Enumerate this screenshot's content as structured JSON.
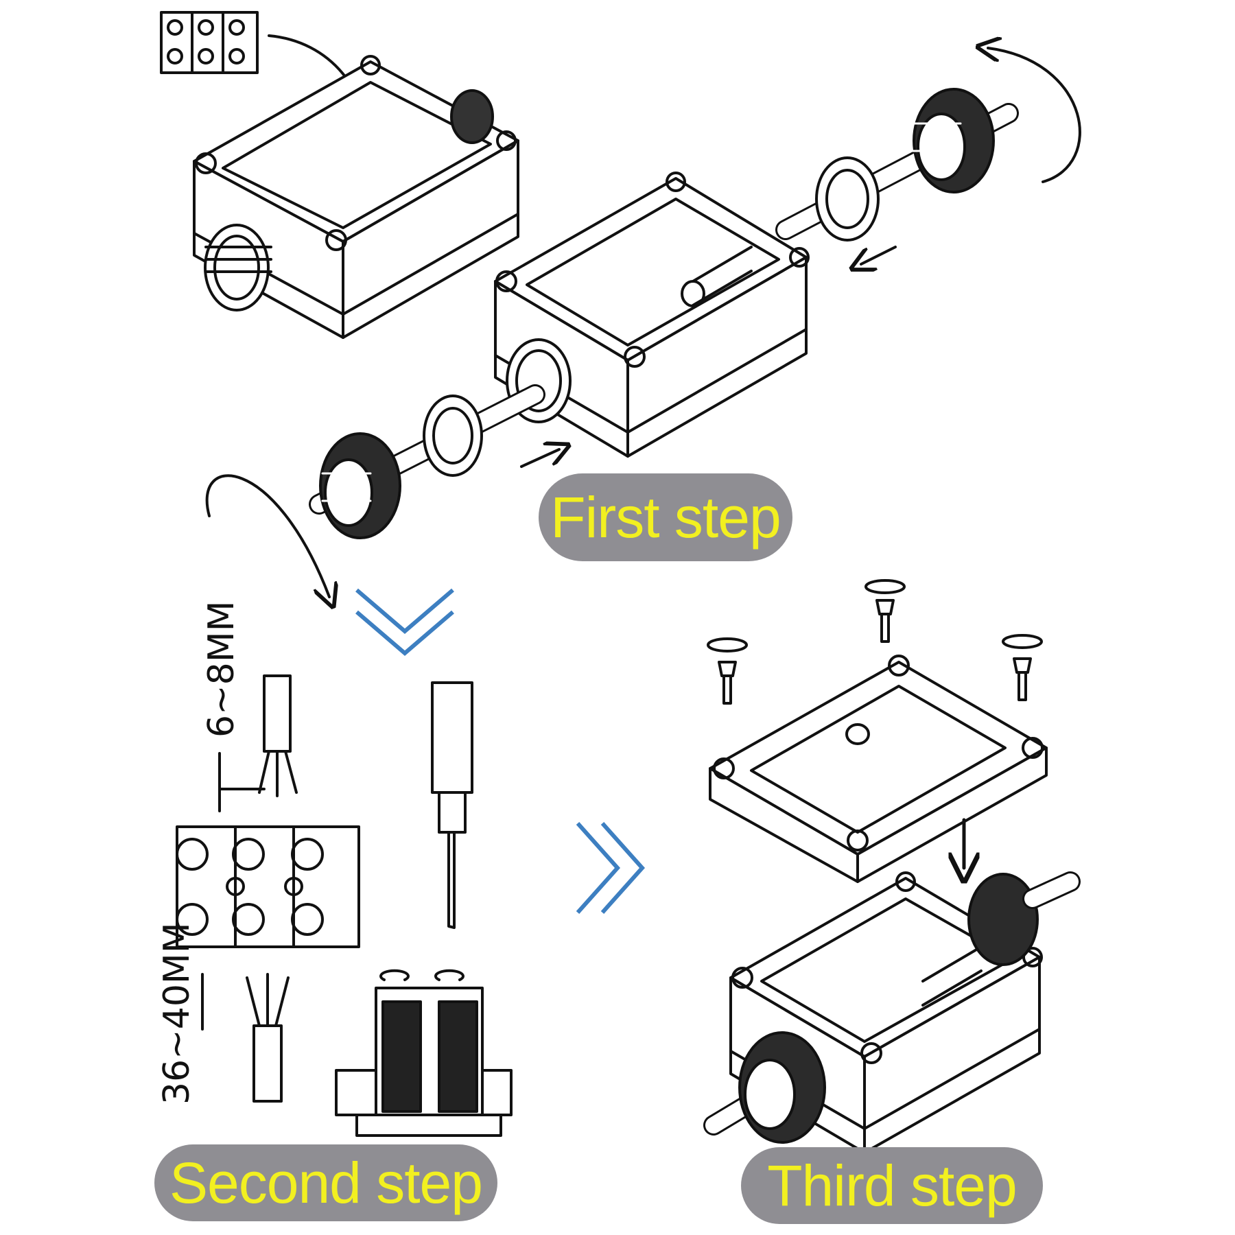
{
  "steps": [
    {
      "label": "First step"
    },
    {
      "label": "Second step"
    },
    {
      "label": "Third step"
    }
  ],
  "dimensions": {
    "conductor_strip": "6~8MM",
    "sheath_strip": "36~40MM"
  },
  "colors": {
    "pill_background": "#8f8e93",
    "pill_text": "#f2f020",
    "chevron": "#3d7fc1",
    "line_art": "#111111"
  },
  "icons": [
    "junction-box",
    "cable-gland",
    "terminal-block",
    "screwdriver",
    "cable",
    "screw",
    "lid",
    "rotation-arrow",
    "chevron"
  ]
}
